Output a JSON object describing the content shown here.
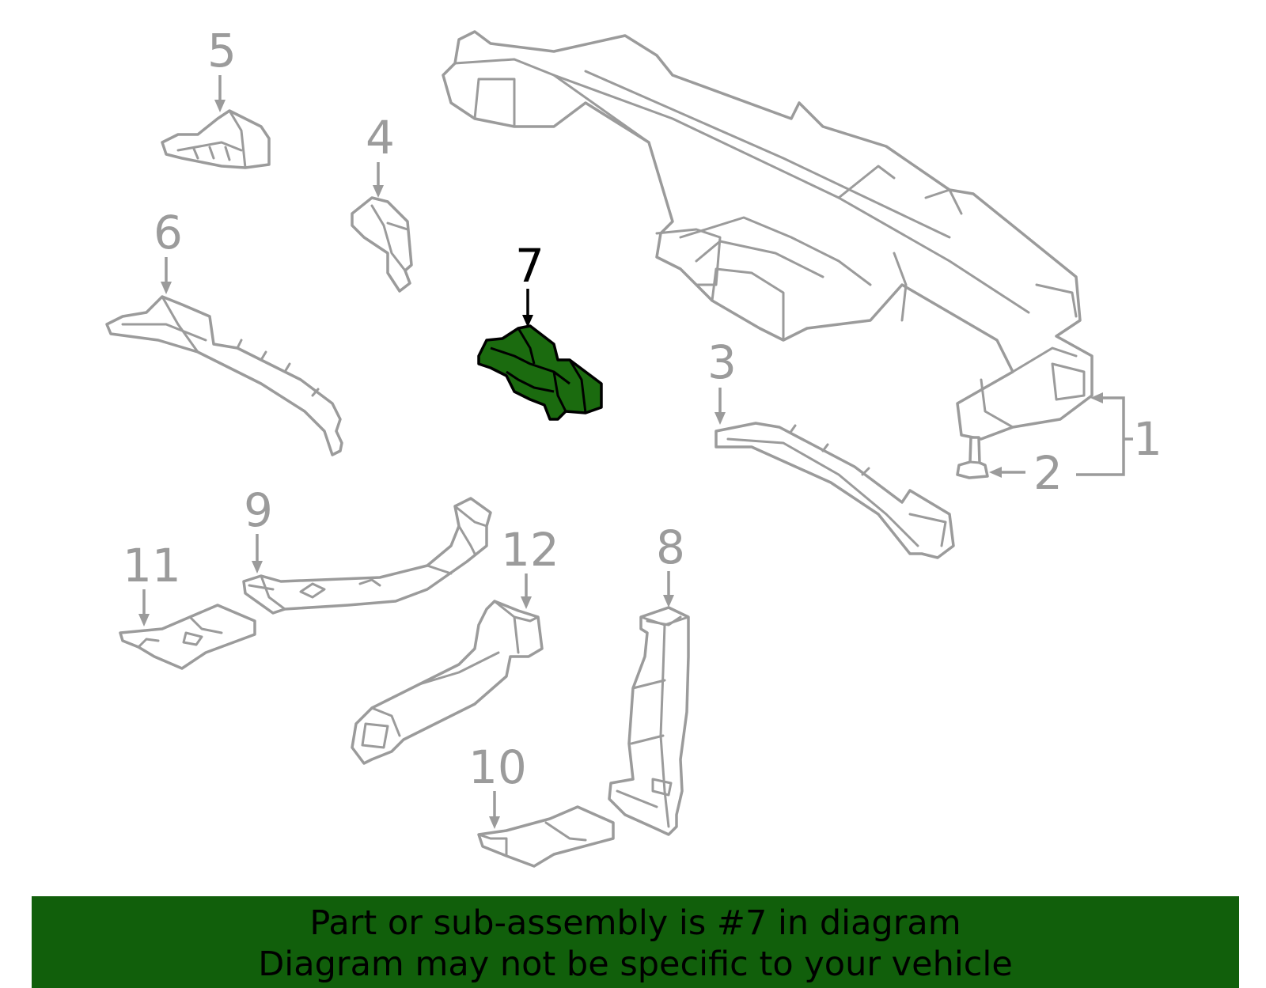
{
  "callouts": [
    "1",
    "2",
    "3",
    "4",
    "5",
    "6",
    "7",
    "8",
    "9",
    "10",
    "11",
    "12"
  ],
  "highlighted_callout": "7",
  "banner": {
    "line1": "Part or sub-assembly is #7 in diagram",
    "line2": "Diagram may not be specific to your vehicle"
  },
  "colors": {
    "part_stroke": "#9b9b9b",
    "highlight_fill": "#1b6b0f",
    "banner_bg": "#115f0b"
  }
}
